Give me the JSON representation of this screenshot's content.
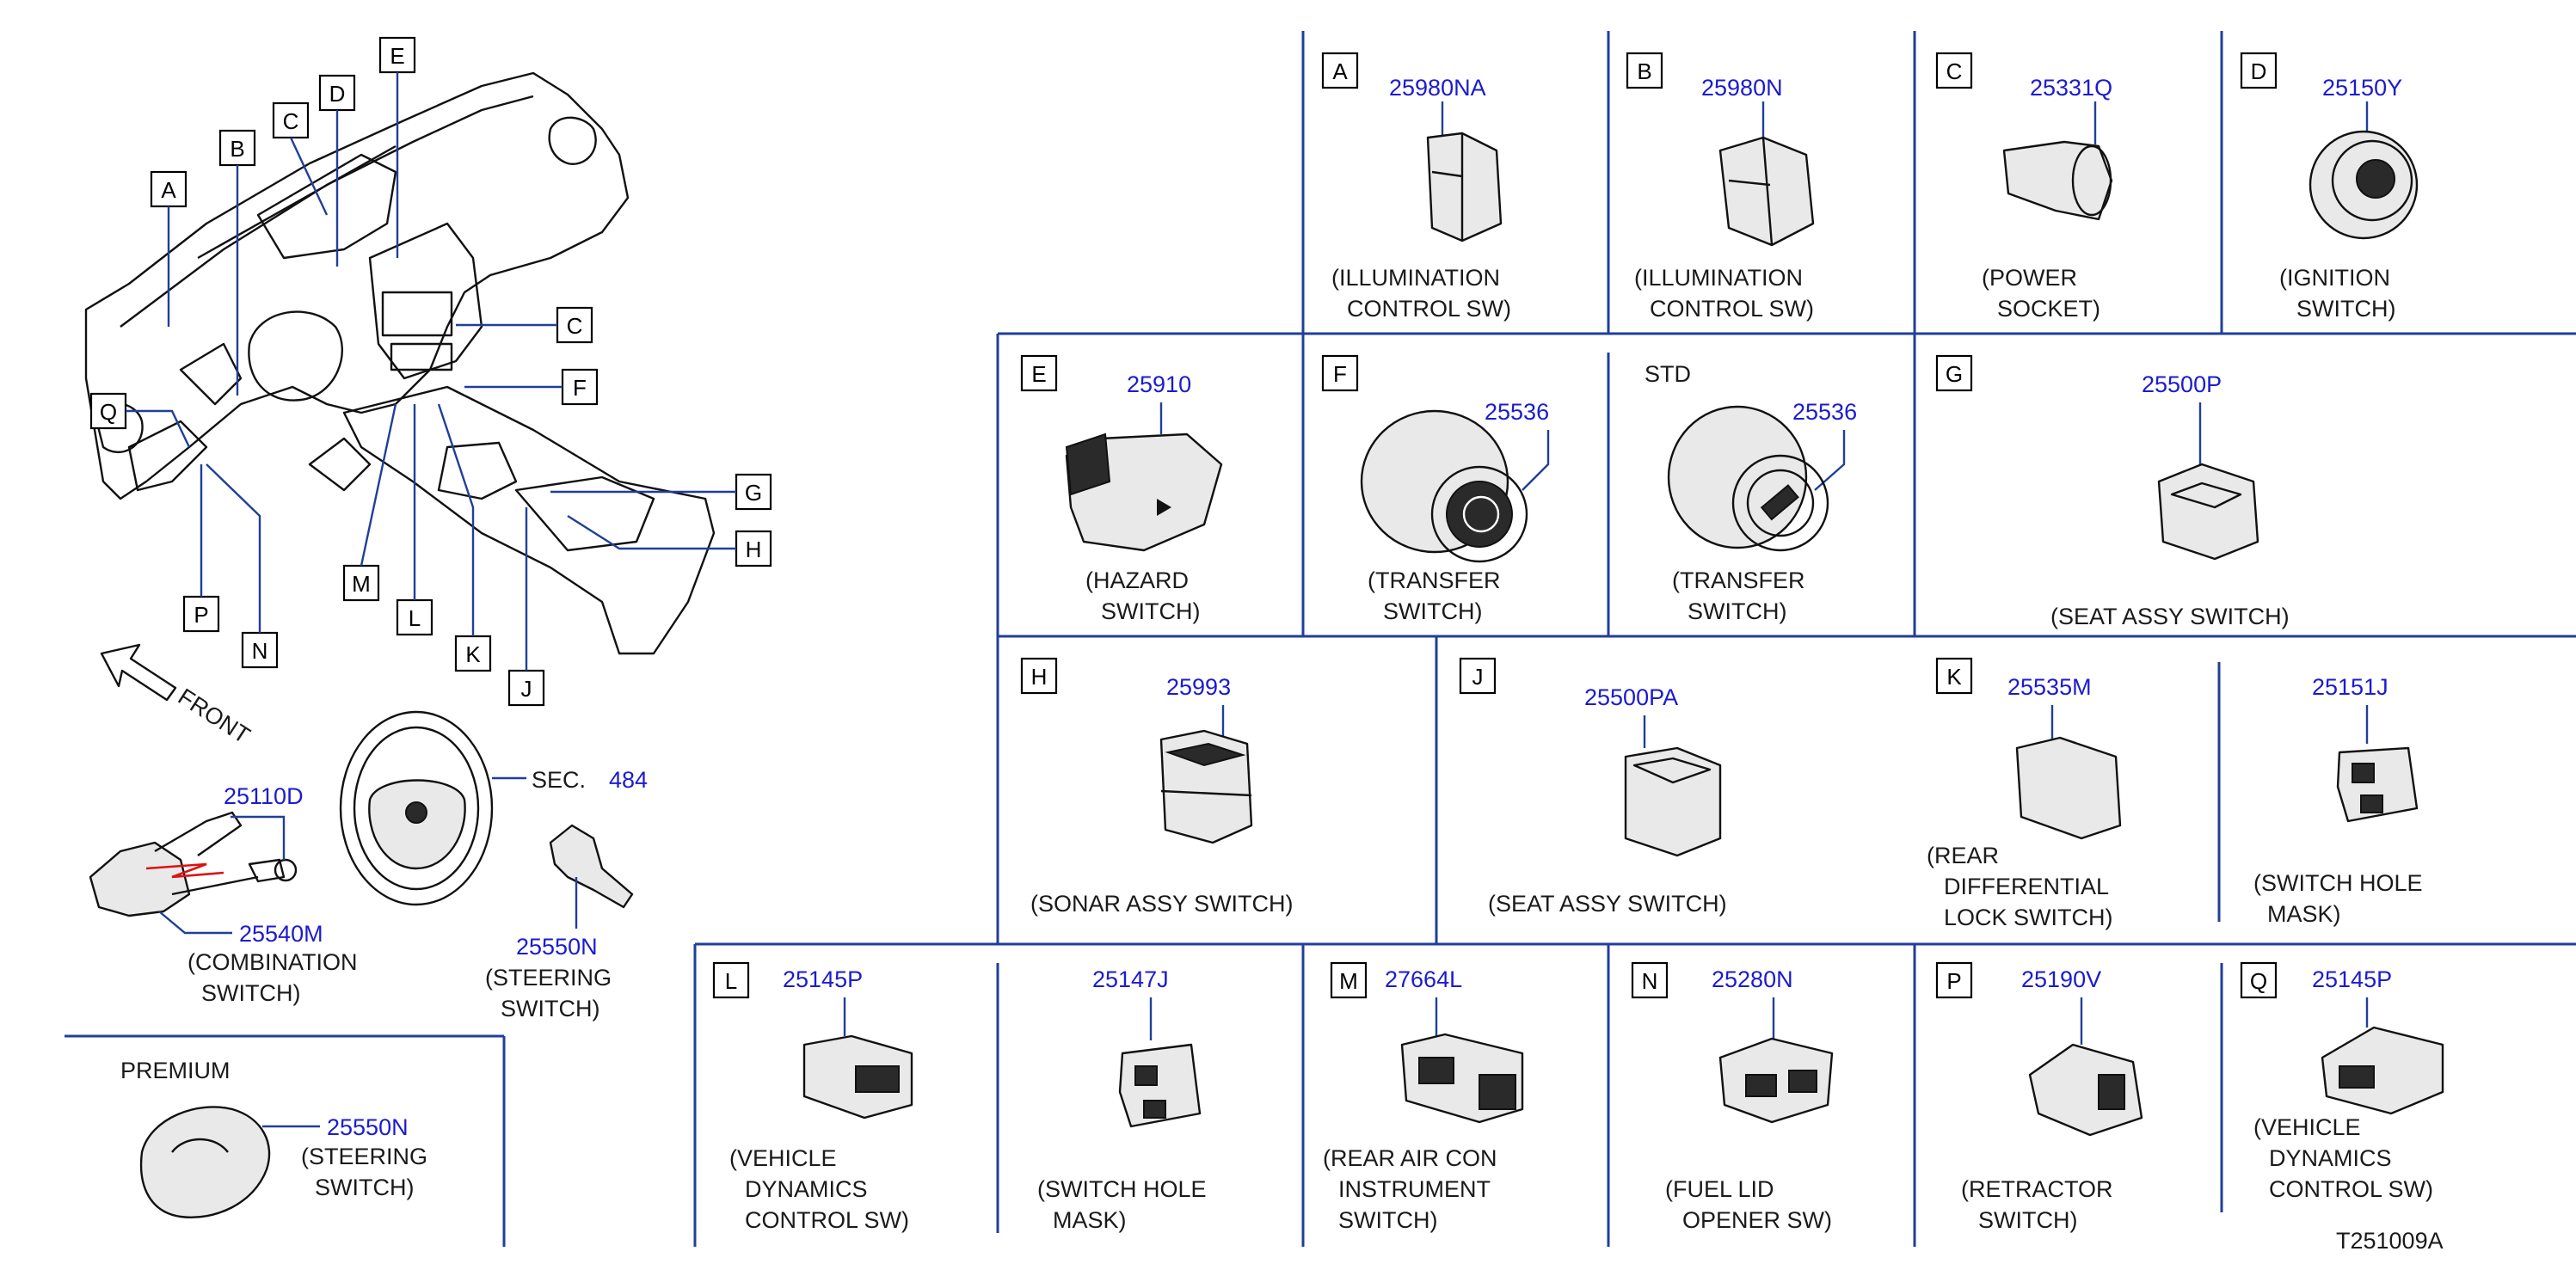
{
  "diagram_id": "T251009A",
  "front_label": "FRONT",
  "sec_label": "SEC.",
  "sec_number": "484",
  "premium_label": "PREMIUM",
  "overview": {
    "callouts": [
      "A",
      "B",
      "C",
      "D",
      "E",
      "C",
      "F",
      "G",
      "H",
      "J",
      "K",
      "L",
      "M",
      "N",
      "P",
      "Q"
    ]
  },
  "left_parts": [
    {
      "part": "25110D"
    },
    {
      "part": "25540M",
      "desc": [
        "(COMBINATION",
        "SWITCH)"
      ]
    },
    {
      "part": "25550N",
      "desc": [
        "(STEERING",
        "SWITCH)"
      ]
    },
    {
      "part": "25550N",
      "desc": [
        "(STEERING",
        "SWITCH)"
      ]
    }
  ],
  "cells": [
    {
      "letter": "A",
      "part": "25980NA",
      "desc": [
        "(ILLUMINATION",
        "CONTROL   SW)"
      ]
    },
    {
      "letter": "B",
      "part": "25980N",
      "desc": [
        "(ILLUMINATION",
        "CONTROL   SW)"
      ]
    },
    {
      "letter": "C",
      "part": "25331Q",
      "desc": [
        "(POWER",
        "SOCKET)"
      ]
    },
    {
      "letter": "D",
      "part": "25150Y",
      "desc": [
        "(IGNITION",
        "SWITCH)"
      ]
    },
    {
      "letter": "E",
      "part": "25910",
      "desc": [
        "(HAZARD",
        "SWITCH)"
      ]
    },
    {
      "letter": "F",
      "part": "25536",
      "desc": [
        "(TRANSFER",
        "SWITCH)"
      ]
    },
    {
      "letter": "STD",
      "part": "25536",
      "desc": [
        "(TRANSFER",
        "SWITCH)"
      ]
    },
    {
      "letter": "G",
      "part": "25500P",
      "desc": [
        "(SEAT   ASSY   SWITCH)"
      ]
    },
    {
      "letter": "H",
      "part": "25993",
      "desc": [
        "(SONAR   ASSY   SWITCH)"
      ]
    },
    {
      "letter": "J",
      "part": "25500PA",
      "desc": [
        "(SEAT   ASSY   SWITCH)"
      ]
    },
    {
      "letter": "K",
      "part": "25535M",
      "desc": [
        "(REAR",
        "DIFFERENTIAL",
        "LOCK   SWITCH)"
      ]
    },
    {
      "letter": "",
      "part": "25151J",
      "desc": [
        "(SWITCH   HOLE",
        "MASK)"
      ]
    },
    {
      "letter": "L",
      "part": "25145P",
      "desc": [
        "(VEHICLE",
        "DYNAMICS",
        "CONTROL   SW)"
      ]
    },
    {
      "letter": "",
      "part": "25147J",
      "desc": [
        "(SWITCH   HOLE",
        "MASK)"
      ]
    },
    {
      "letter": "M",
      "part": "27664L",
      "desc": [
        "(REAR   AIR   CON",
        "INSTRUMENT",
        "SWITCH)"
      ]
    },
    {
      "letter": "N",
      "part": "25280N",
      "desc": [
        "(FUEL   LID",
        "OPENER   SW)"
      ]
    },
    {
      "letter": "P",
      "part": "25190V",
      "desc": [
        "(RETRACTOR",
        "SWITCH)"
      ]
    },
    {
      "letter": "Q",
      "part": "25145P",
      "desc": [
        "(VEHICLE",
        "DYNAMICS",
        "CONTROL   SW)"
      ]
    }
  ]
}
